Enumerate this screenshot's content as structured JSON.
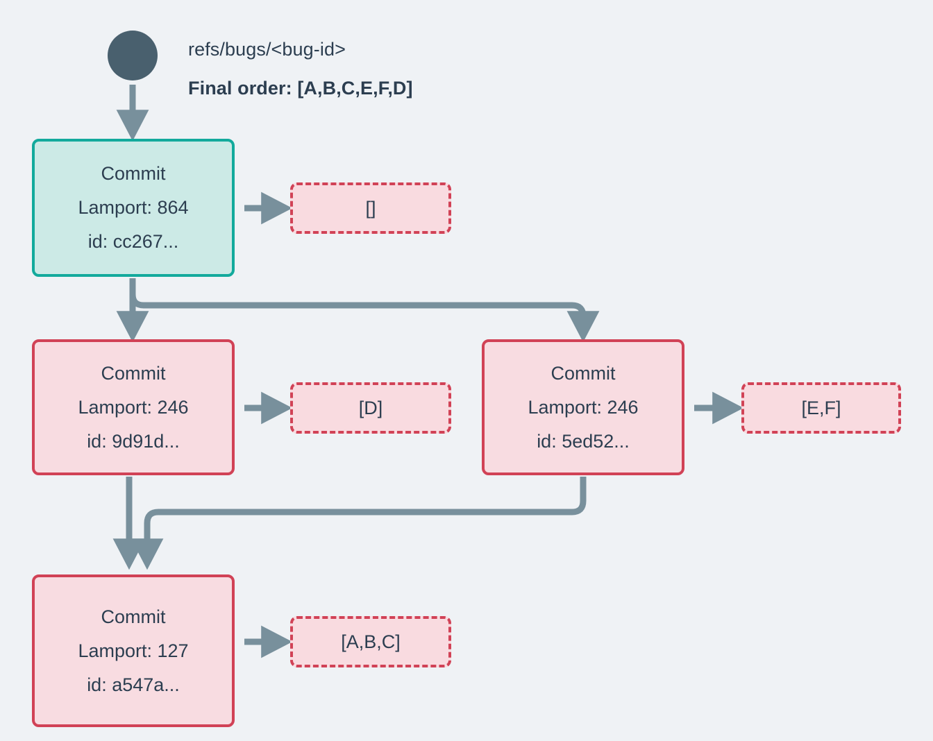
{
  "diagram": {
    "title": "refs/bugs/<bug-id>",
    "final_order": "Final order: [A,B,C,E,F,D]",
    "root_icon": "root-commit-dot-icon",
    "colors": {
      "background": "#eff2f5",
      "text": "#2c3e50",
      "root_dot": "#49606e",
      "edge": "#78909c",
      "teal_border": "#13aa9c",
      "teal_fill": "#cceae6",
      "pink_border": "#d14256",
      "pink_fill": "#f8dce1",
      "ops_fill": "#f9dbe0"
    },
    "nodes": [
      {
        "id": "a",
        "kind": "head-commit",
        "label": "Commit",
        "lamport": "Lamport: 864",
        "commit_id": "id: cc267...",
        "ops": "[]"
      },
      {
        "id": "b",
        "kind": "commit",
        "label": "Commit",
        "lamport": "Lamport: 246",
        "commit_id": "id: 9d91d...",
        "ops": "[D]"
      },
      {
        "id": "c",
        "kind": "commit",
        "label": "Commit",
        "lamport": "Lamport: 246",
        "commit_id": "id: 5ed52...",
        "ops": "[E,F]"
      },
      {
        "id": "d",
        "kind": "commit",
        "label": "Commit",
        "lamport": "Lamport: 127",
        "commit_id": "id: a547a...",
        "ops": "[A,B,C]"
      }
    ],
    "edges": [
      {
        "from": "root",
        "to": "a",
        "style": "straight-down-arrow"
      },
      {
        "from": "a",
        "to": "b",
        "style": "straight-down-arrow"
      },
      {
        "from": "a",
        "to": "c",
        "style": "elbow-right-arrow"
      },
      {
        "from": "b",
        "to": "d",
        "style": "straight-down-arrow"
      },
      {
        "from": "c",
        "to": "d",
        "style": "elbow-left-arrow"
      },
      {
        "from": "a",
        "to": "ops-a",
        "style": "short-right-arrow"
      },
      {
        "from": "b",
        "to": "ops-b",
        "style": "short-right-arrow"
      },
      {
        "from": "c",
        "to": "ops-c",
        "style": "short-right-arrow"
      },
      {
        "from": "d",
        "to": "ops-d",
        "style": "short-right-arrow"
      }
    ]
  }
}
